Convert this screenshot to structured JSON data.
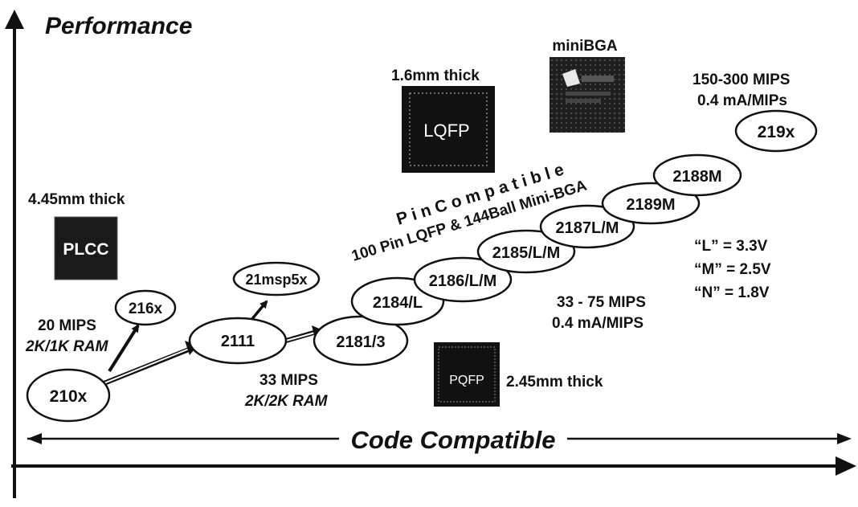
{
  "axes": {
    "y_label": "Performance",
    "x_label": "Code Compatible"
  },
  "chips": [
    {
      "id": "210x",
      "label": "210x"
    },
    {
      "id": "216x",
      "label": "216x"
    },
    {
      "id": "2111",
      "label": "2111"
    },
    {
      "id": "21msp5x",
      "label": "21msp5x"
    },
    {
      "id": "2181",
      "label": "2181/3"
    },
    {
      "id": "2184",
      "label": "2184/L"
    },
    {
      "id": "2186",
      "label": "2186/L/M"
    },
    {
      "id": "2185",
      "label": "2185/L/M"
    },
    {
      "id": "2187",
      "label": "2187L/M"
    },
    {
      "id": "2189",
      "label": "2189M"
    },
    {
      "id": "2188",
      "label": "2188M"
    },
    {
      "id": "219x",
      "label": "219x"
    }
  ],
  "packages": [
    {
      "id": "plcc",
      "chip_text": "PLCC",
      "caption": "4.45mm thick"
    },
    {
      "id": "lqfp",
      "chip_text": "LQFP",
      "caption": "1.6mm thick"
    },
    {
      "id": "minibga",
      "chip_text": "",
      "caption": "miniBGA"
    },
    {
      "id": "pqfp",
      "chip_text": "PQFP",
      "caption": "2.45mm thick"
    }
  ],
  "notes": {
    "mips20": "20 MIPS",
    "ram1": "2K/1K RAM",
    "mips33": "33 MIPS",
    "ram2": "2K/2K RAM",
    "mips33_75": "33 - 75 MIPS",
    "ma_mips": "0.4 mA/MIPS",
    "mips150": "150-300 MIPS",
    "ma_mips2": "0.4 mA/MIPs",
    "pin_compat": "P i n   C o m p a t i b l e",
    "pin_detail": "100 Pin LQFP & 144Ball Mini-BGA"
  },
  "voltages": [
    "“L” = 3.3V",
    "“M” = 2.5V",
    "“N” = 1.8V"
  ],
  "colors": {
    "ink": "#111111",
    "chip": "#1a1a1a",
    "fill": "#ffffff"
  }
}
